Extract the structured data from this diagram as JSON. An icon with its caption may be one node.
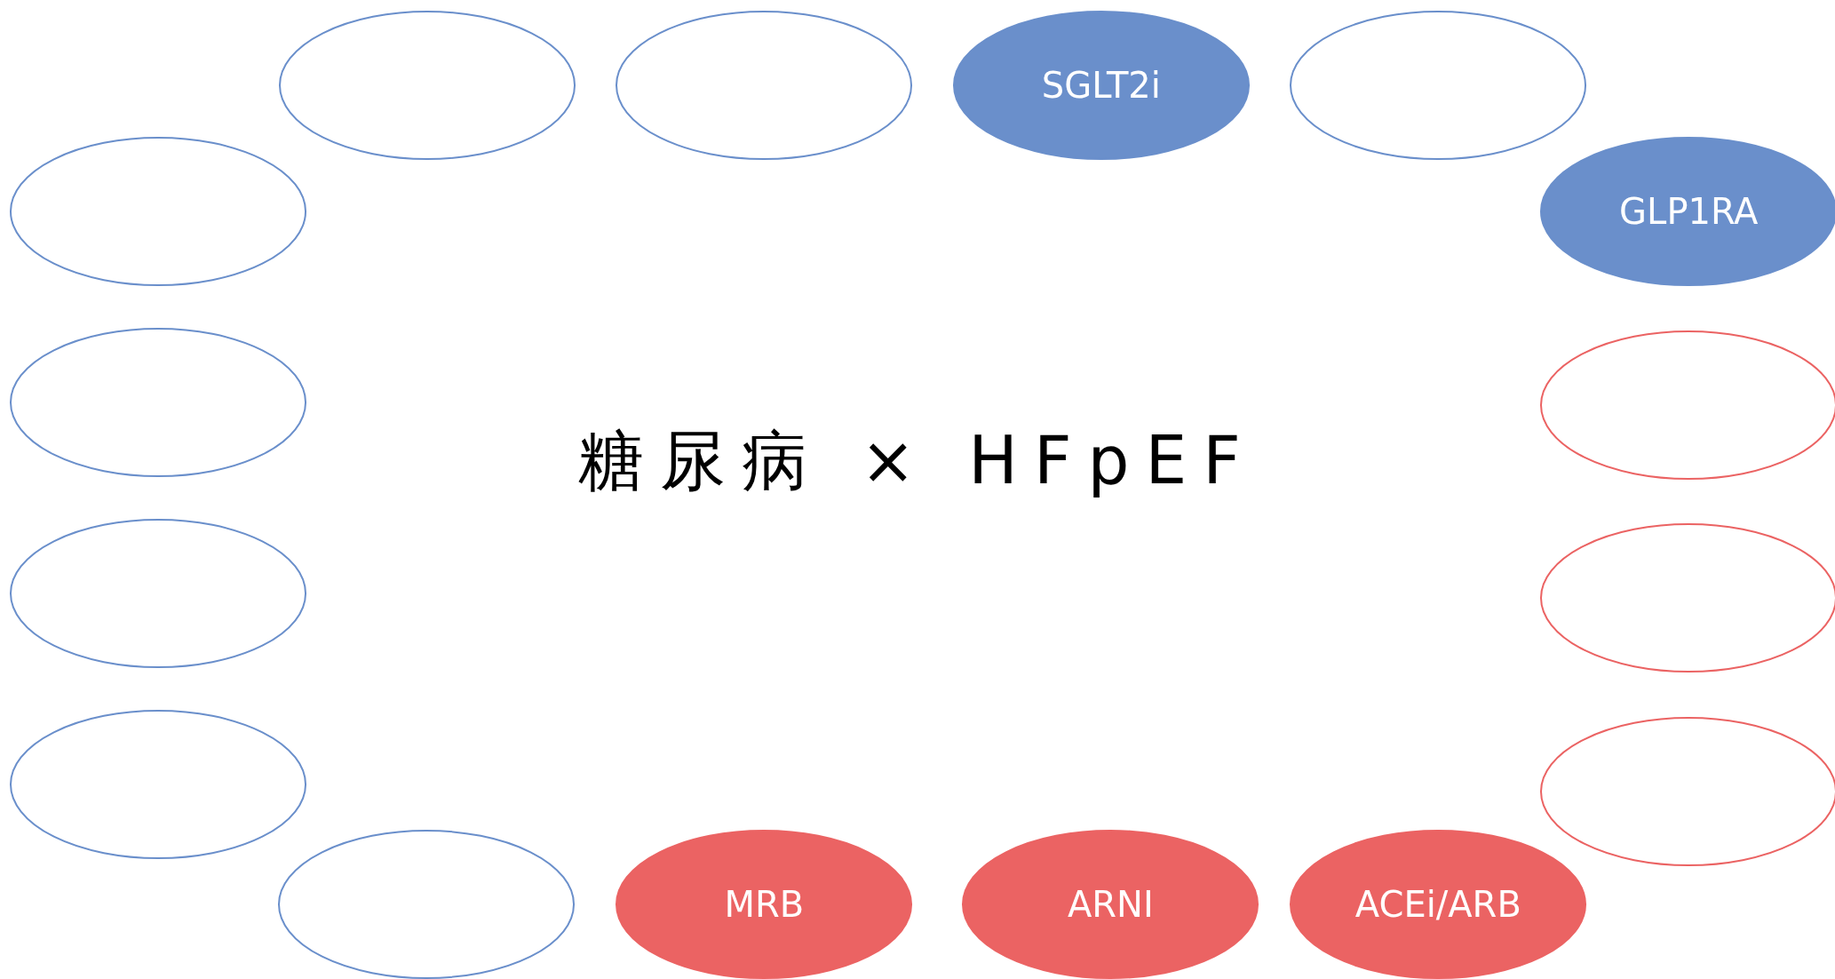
{
  "diagram": {
    "title": "糖尿病 × HFpEF",
    "nodes": [
      {
        "text": [],
        "shape": "ellipse"
      },
      {
        "text": [],
        "shape": "ellipse"
      },
      {
        "text": [
          "SGLT2i"
        ]
      },
      {
        "text": [],
        "shape": "ellipse"
      },
      {
        "text": [],
        "shape": "ellipse"
      },
      {
        "text": [
          "GLP1RA"
        ]
      },
      {
        "text": [],
        "shape": "ellipse"
      },
      {
        "text": [],
        "shape": "ellipse"
      },
      {
        "text": [],
        "shape": "ellipse"
      },
      {
        "text": [],
        "shape": "ellipse"
      },
      {
        "text": [],
        "shape": "ellipse"
      },
      {
        "text": [],
        "shape": "ellipse"
      },
      {
        "text": [],
        "shape": "ellipse"
      },
      {
        "text": [
          "MRB"
        ]
      },
      {
        "text": [
          "ARNI"
        ]
      },
      {
        "text": [
          "ACEi/ARB"
        ]
      }
    ],
    "edges": []
  }
}
